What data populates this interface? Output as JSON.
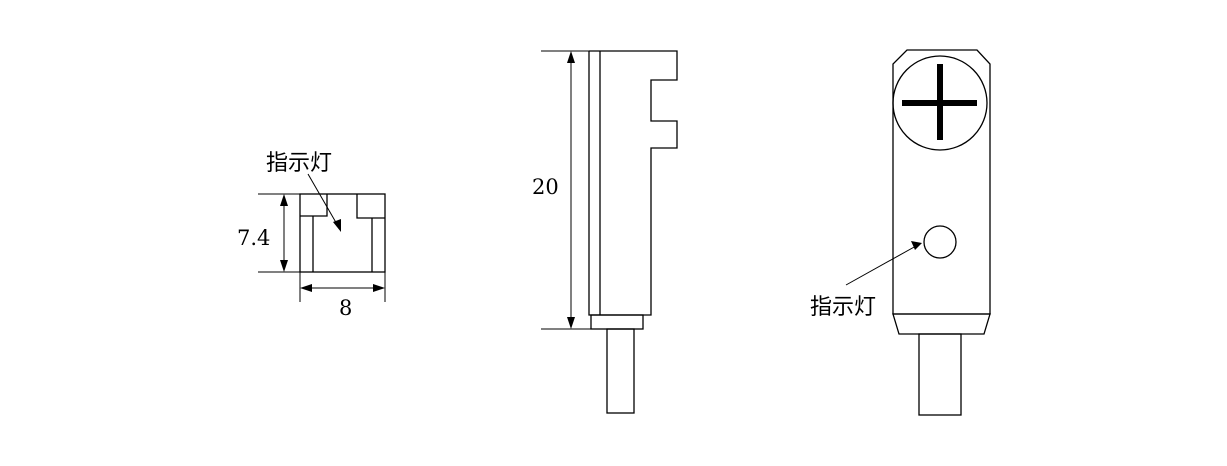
{
  "labels": {
    "indicator_left": "指示灯",
    "indicator_right": "指示灯",
    "dim_height_front": "7.4",
    "dim_width_front": "8",
    "dim_height_side": "20"
  }
}
